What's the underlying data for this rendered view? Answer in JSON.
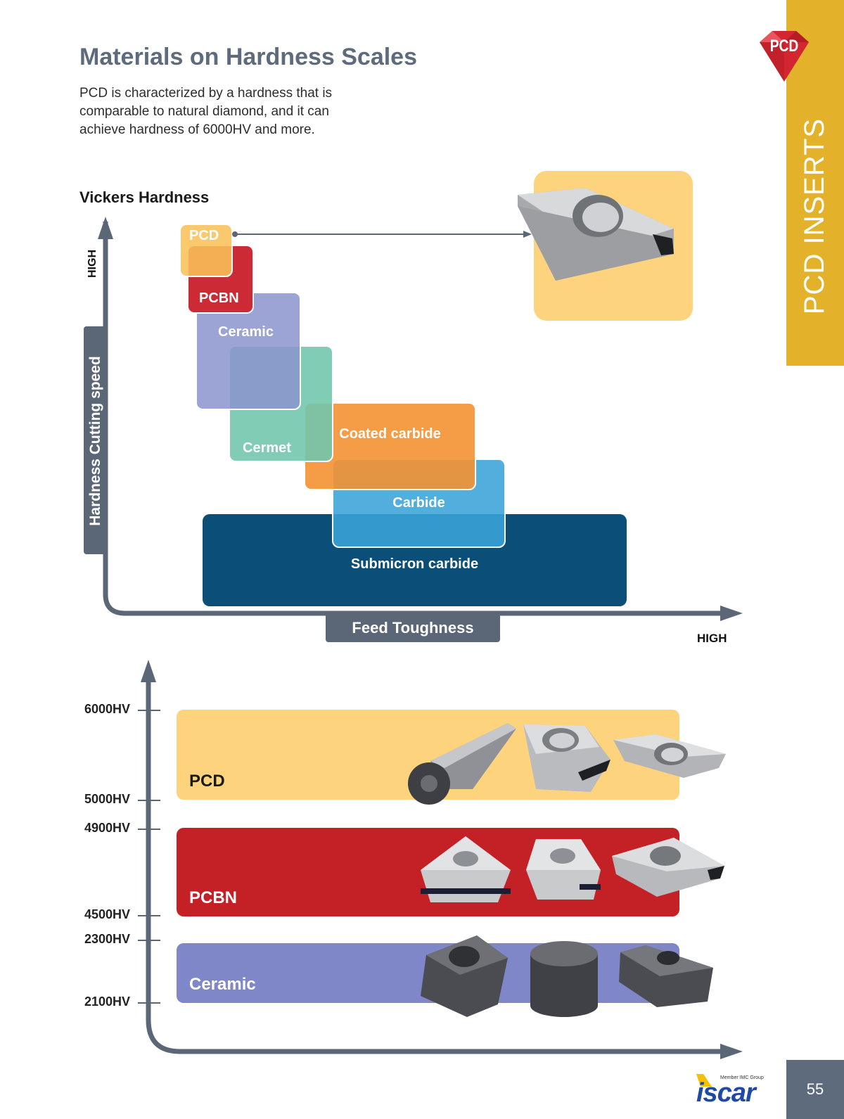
{
  "page": {
    "title": "Materials on Hardness Scales",
    "intro": "PCD is characterized by a hardness that is comparable to natural diamond, and it can achieve hardness of 6000HV and more.",
    "section_label": "PCD INSERTS",
    "badge_label": "PCD",
    "page_number": "55",
    "brand_tagline": "Member IMC Group",
    "brand_name": "iscar"
  },
  "upper_chart": {
    "title": "Vickers Hardness",
    "y_axis_label": "Hardness Cutting speed",
    "y_high_label": "HIGH",
    "x_axis_label": "Feed Toughness",
    "x_high_label": "HIGH",
    "materials": [
      {
        "name": "PCD",
        "color": "#f9c25a"
      },
      {
        "name": "PCBN",
        "color": "#cc2a35"
      },
      {
        "name": "Ceramic",
        "color": "#8b94cf"
      },
      {
        "name": "Cermet",
        "color": "#72c7ac"
      },
      {
        "name": "Coated carbide",
        "color": "#f39232"
      },
      {
        "name": "Carbide",
        "color": "#3aa4d8"
      },
      {
        "name": "Submicron carbide",
        "color": "#0b4f79"
      }
    ]
  },
  "lower_chart": {
    "ticks": [
      "6000HV",
      "5000HV",
      "4900HV",
      "4500HV",
      "2300HV",
      "2100HV"
    ],
    "bands": [
      {
        "name": "PCD",
        "range": [
          "5000HV",
          "6000HV"
        ],
        "color": "#fdd47d"
      },
      {
        "name": "PCBN",
        "range": [
          "4500HV",
          "4900HV"
        ],
        "color": "#c42127"
      },
      {
        "name": "Ceramic",
        "range": [
          "2100HV",
          "2300HV"
        ],
        "color": "#7f87c8"
      }
    ]
  },
  "colors": {
    "axis": "#5b6777",
    "accent": "#e3b22a",
    "title": "#5d6b7c"
  }
}
